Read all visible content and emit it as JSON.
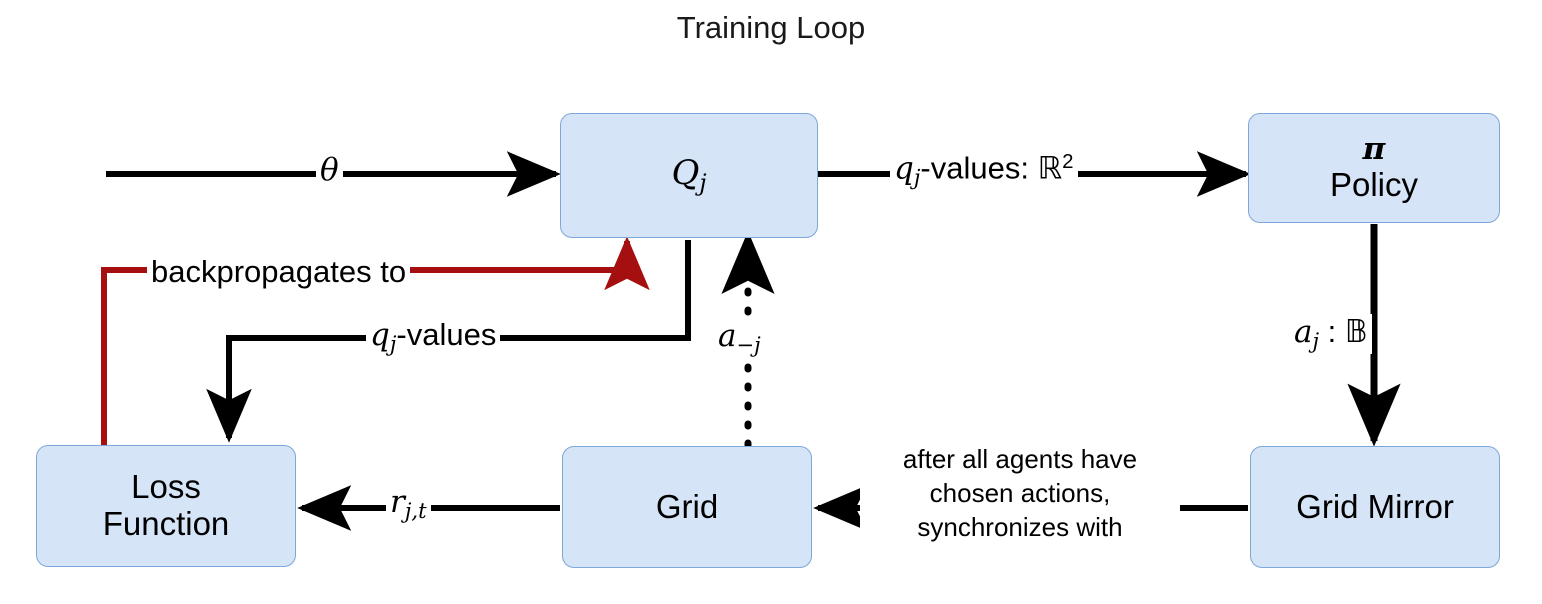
{
  "title": "Training Loop",
  "theme": {
    "node_fill": "#d6e4f7",
    "node_border": "#7ea6d9",
    "edge_color": "#000000",
    "backprop_color": "#a60f0f",
    "background": "#ffffff"
  },
  "nodes": {
    "q": {
      "label": "Q_j",
      "symbol": "Q",
      "subscript": "j"
    },
    "policy": {
      "symbol": "π",
      "label": "Policy"
    },
    "loss": {
      "line1": "Loss",
      "line2": "Function"
    },
    "grid": {
      "label": "Grid"
    },
    "grid_mirror": {
      "label": "Grid Mirror"
    }
  },
  "edges": {
    "theta": {
      "label": "θ",
      "from": "input",
      "to": "q",
      "style": "solid",
      "color": "#000000"
    },
    "q_to_policy": {
      "label_base": "q",
      "label_sub": "j",
      "label_rest": "-values: ",
      "label_set": "ℝ",
      "label_sup": "2",
      "from": "q",
      "to": "policy",
      "style": "solid",
      "color": "#000000"
    },
    "policy_to_mirror": {
      "label_base": "a",
      "label_sub": "j",
      "label_rest": " : ",
      "label_set": "𝔹",
      "from": "policy",
      "to": "grid_mirror",
      "style": "solid",
      "color": "#000000"
    },
    "mirror_to_grid": {
      "line1": "after all agents have",
      "line2": "chosen actions,",
      "line3": "synchronizes with",
      "from": "grid_mirror",
      "to": "grid",
      "style": "solid",
      "color": "#000000"
    },
    "grid_to_loss": {
      "label_base": "r",
      "label_sub": "j,t",
      "from": "grid",
      "to": "loss",
      "style": "solid",
      "color": "#000000"
    },
    "grid_to_q": {
      "label_base": "a",
      "label_sub": "−j",
      "from": "grid",
      "to": "q",
      "style": "dotted",
      "color": "#000000"
    },
    "q_to_loss": {
      "label_base": "q",
      "label_sub": "j",
      "label_rest": "-values",
      "from": "q",
      "to": "loss",
      "style": "solid",
      "color": "#000000"
    },
    "loss_to_q": {
      "label": "backpropagates to",
      "from": "loss",
      "to": "q",
      "style": "solid",
      "color": "#a60f0f"
    }
  }
}
